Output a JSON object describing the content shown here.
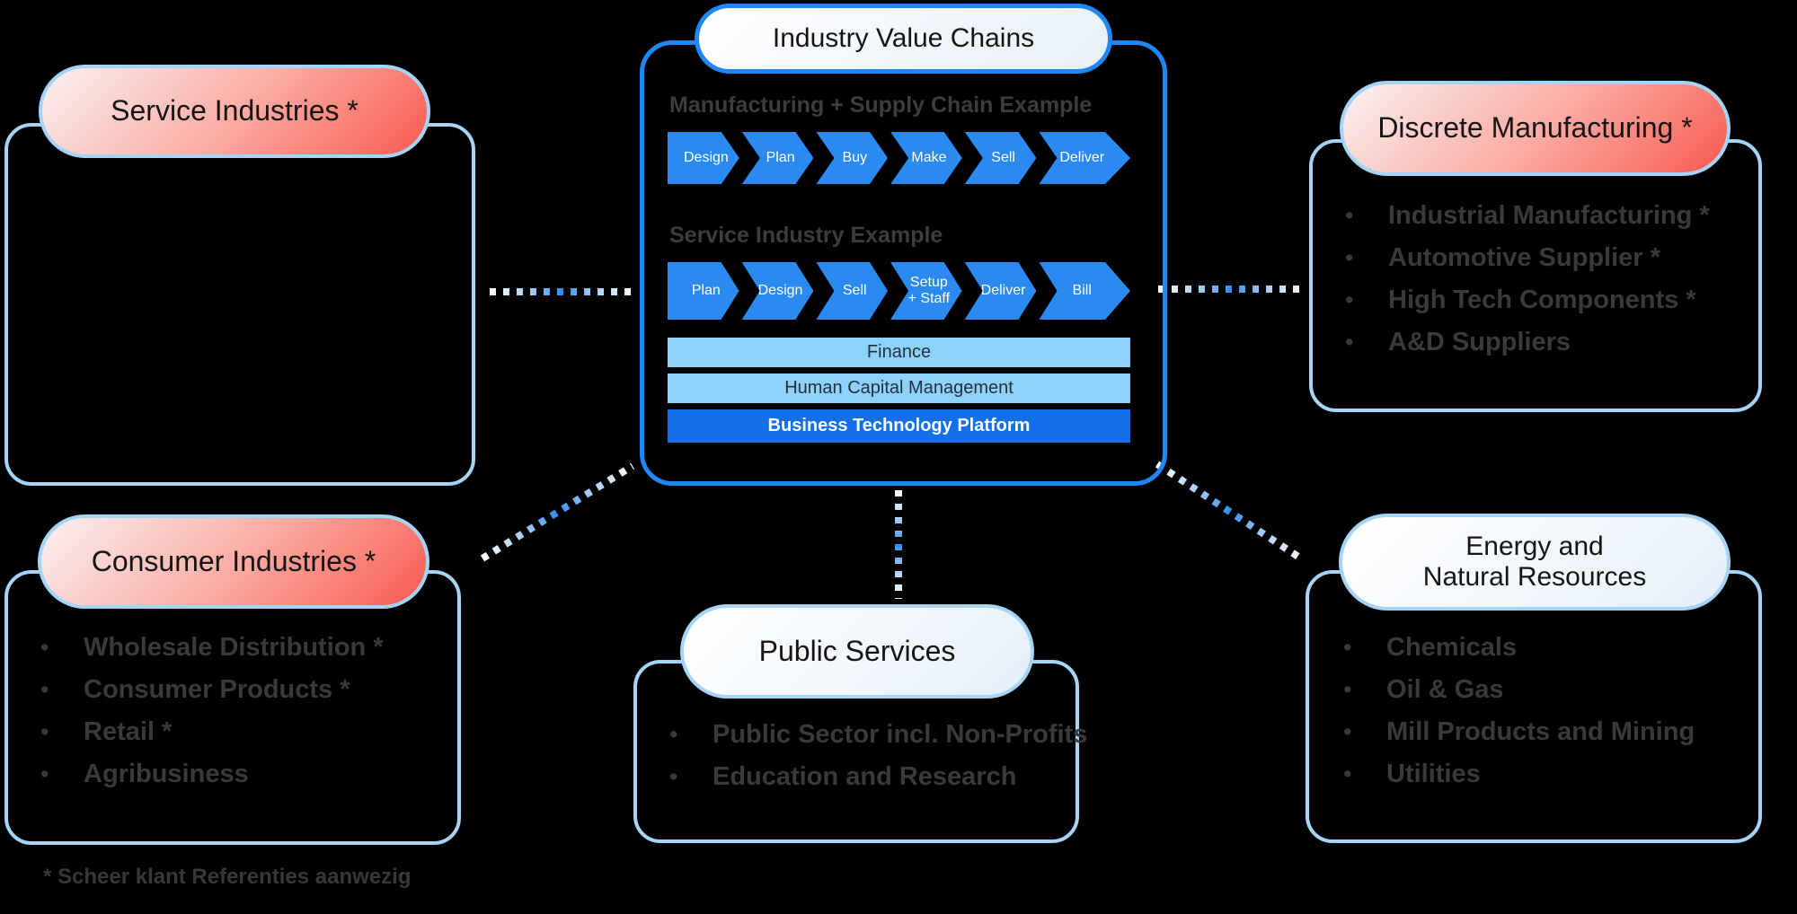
{
  "ui": {
    "bullet": "•"
  },
  "colors": {
    "background": "#000000",
    "center_border_blue": "#1f87f6",
    "side_border_light_blue": "#a6d4f7",
    "chevron_blue": "#2b8af0",
    "bar_light_blue": "#8ed1f9",
    "bar_dark_blue": "#1470e8",
    "red_pill_gradient_end": "#f85a50",
    "dotted_connector_blue": "#2f8cf2",
    "dotted_connector_white": "#ffffff",
    "dark_text": "#3a3a3a"
  },
  "center": {
    "title": "Industry Value Chains",
    "sections": [
      {
        "heading": "Manufacturing + Supply Chain Example",
        "steps": [
          "Design",
          "Plan",
          "Buy",
          "Make",
          "Sell",
          "Deliver"
        ]
      },
      {
        "heading": "Service Industry Example",
        "steps": [
          "Plan",
          "Design",
          "Sell",
          "Setup + Staff",
          "Deliver",
          "Bill"
        ]
      }
    ],
    "bars": [
      {
        "label": "Finance",
        "style": "light"
      },
      {
        "label": "Human Capital Management",
        "style": "light"
      },
      {
        "label": "Business Technology Platform",
        "style": "dark"
      }
    ]
  },
  "boxes": [
    {
      "title": "Service Industries *",
      "variant": "red",
      "items": []
    },
    {
      "title": "Discrete Manufacturing *",
      "variant": "red",
      "items": [
        "Industrial Manufacturing *",
        "Automotive Supplier *",
        "High Tech Components *",
        "A&D Suppliers"
      ]
    },
    {
      "title": "Consumer Industries *",
      "variant": "red",
      "items": [
        "Wholesale Distribution *",
        "Consumer Products *",
        "Retail *",
        "Agribusiness"
      ]
    },
    {
      "title": "Public Services",
      "variant": "white",
      "items": [
        "Public Sector incl. Non-Profits",
        "Education and Research"
      ]
    },
    {
      "title_line1": "Energy and",
      "title_line2": "Natural Resources",
      "variant": "white",
      "items": [
        "Chemicals",
        "Oil & Gas",
        "Mill Products and Mining",
        "Utilities"
      ]
    }
  ],
  "footnote": "* Scheer klant Referenties aanwezig"
}
